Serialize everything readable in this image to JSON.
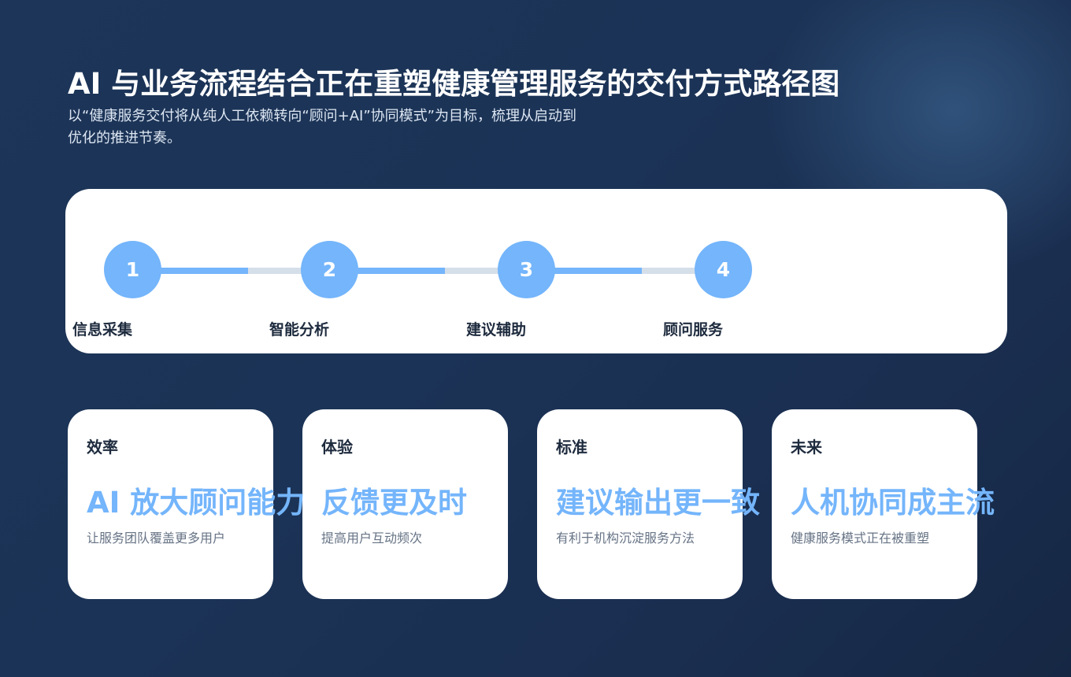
{
  "header": {
    "title": "AI 与业务流程结合正在重塑健康管理服务的交付方式路径图",
    "subtitle_line1": "以“健康服务交付将从纯人工依赖转向“顾问+AI”协同模式”为目标，梳理从启动到",
    "subtitle_line2": "优化的推进节奏。"
  },
  "timeline": {
    "colors": {
      "active": "#74b5fb",
      "inactive": "#d5dfea",
      "label": "#1e2b3e"
    },
    "steps": [
      {
        "number": "1",
        "label": "信息采集"
      },
      {
        "number": "2",
        "label": "智能分析"
      },
      {
        "number": "3",
        "label": "建议辅助"
      },
      {
        "number": "4",
        "label": "顾问服务"
      }
    ]
  },
  "cards": [
    {
      "tag": "效率",
      "headline": "AI 放大顾问能力",
      "description": "让服务团队覆盖更多用户"
    },
    {
      "tag": "体验",
      "headline": "反馈更及时",
      "description": "提高用户互动频次"
    },
    {
      "tag": "标准",
      "headline": "建议输出更一致",
      "description": "有利于机构沉淀服务方法"
    },
    {
      "tag": "未来",
      "headline": "人机协同成主流",
      "description": "健康服务模式正在被重塑"
    }
  ],
  "theme": {
    "background": "#1b3356",
    "accent": "#74b5fb",
    "card_background": "#ffffff"
  }
}
